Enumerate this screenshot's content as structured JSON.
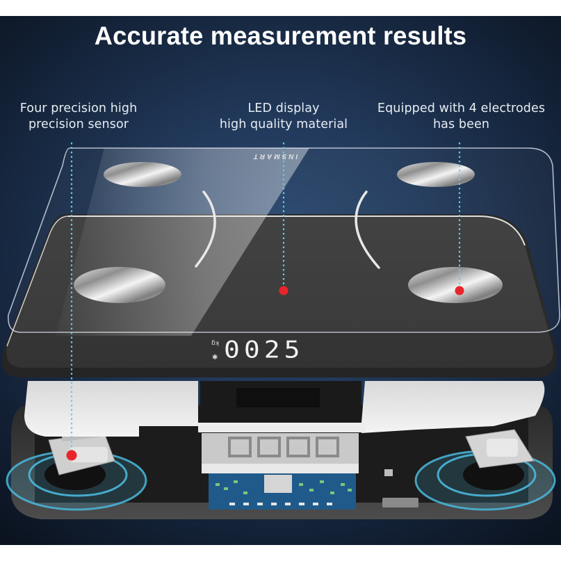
{
  "title": "Accurate measurement results",
  "callouts": [
    {
      "id": "sensor",
      "lines": [
        "Four precision high",
        "precision sensor"
      ]
    },
    {
      "id": "display",
      "lines": [
        "LED display",
        "high quality material"
      ]
    },
    {
      "id": "electrodes",
      "lines": [
        "Equipped with 4 electrodes",
        "has been"
      ]
    }
  ],
  "scale": {
    "brand_mirrored": "INSMART",
    "display_value": "0025",
    "display_unit": "kg",
    "bluetooth_glyph": "✱"
  },
  "colors": {
    "background_center": "#2c4a72",
    "background_edge": "#0b1320",
    "callout_line": "#5fd0e6",
    "marker_dot": "#e8262a",
    "scale_top": "#3a3a3a",
    "ring_glow": "#4ab8dc"
  },
  "icons": {
    "marker": "red-dot",
    "bluetooth": "bluetooth-icon"
  }
}
